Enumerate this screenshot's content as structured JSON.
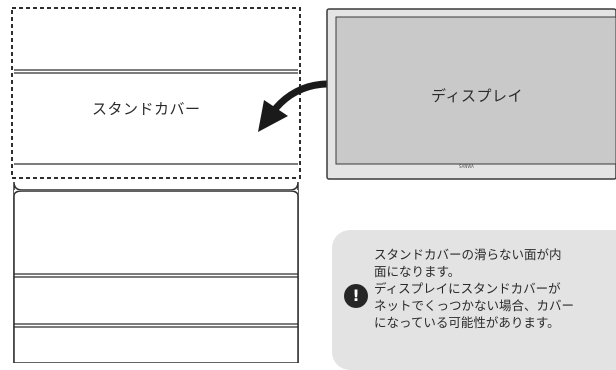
{
  "diagram": {
    "cover_label": "スタンドカバー",
    "display_label": "ディスプレイ",
    "brand_mark": "SANWA",
    "note": {
      "icon": "exclamation-icon",
      "lines": [
        "スタンドカバーの滑らない面が内",
        "面になります。",
        "ディスプレイにスタンドカバーが",
        "ネットでくっつかない場合、カバー",
        "になっている可能性があります。"
      ]
    },
    "colors": {
      "line": "#2f2f2f",
      "screen": "#c9c9c9",
      "bezel": "#e4e4e4",
      "callout": "#e3e3e3",
      "icon": "#262626"
    }
  }
}
